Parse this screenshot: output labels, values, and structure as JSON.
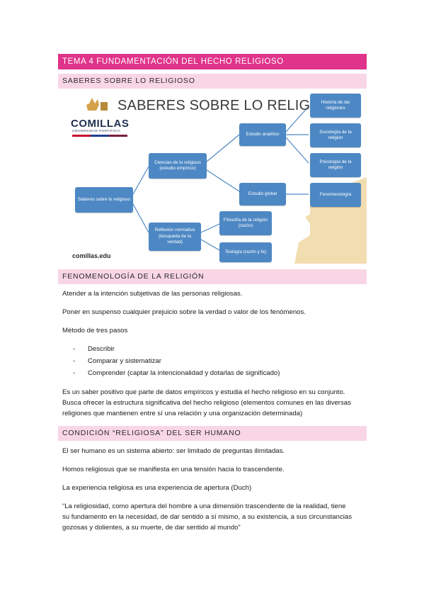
{
  "header": {
    "title": "TEMA 4 FUNDAMENTACIÓN DEL HECHO RELIGIOSO"
  },
  "sections": {
    "saberes": {
      "title": "SABERES SOBRE LO RELIGIOSO"
    },
    "fenomenologia": {
      "title": "FENOMENOLOGÍA DE LA RELIGIÓN"
    },
    "condicion": {
      "title": "CONDICIÓN “RELIGIOSA” DEL SER HUMANO"
    }
  },
  "figure": {
    "title": "SABERES SOBRE LO RELIGIOSO",
    "logo_name": "COMILLAS",
    "logo_sub": "UNIVERSIDAD PONTIFICIA",
    "logo_url": "comillas.edu",
    "nodes": {
      "saberes": "Saberes sobre lo religioso",
      "ciencias": "Ciencias de lo religioso (estudio empírico)",
      "reflexion": "Reflexión normativa (búsqueda de la verdad)",
      "analitico": "Estudio analítico",
      "global": "Estudio global",
      "filosofia": "Filosofía de la religión (razón)",
      "teologia": "Teología (razón y fe)",
      "historia": "Historia de las religiones",
      "sociologia": "Sociología de la religión",
      "psicologia": "Psicología de la religión",
      "fenomenologia": "Fenomenología"
    },
    "colors": {
      "node": "#4d88c4",
      "line": "#4d88c4",
      "seal": "#f2ddb0"
    }
  },
  "fenomenologia": {
    "p1": "Atender a la intención subjetivas de las personas religiosas.",
    "p2": "Poner en suspenso cualquier prejuicio sobre la verdad o valor de los fenómenos.",
    "p3": "Método de tres pasos",
    "steps": [
      {
        "bullet": "-",
        "text": "Describir"
      },
      {
        "bullet": "-",
        "text": "Comparar y sistematizar"
      },
      {
        "bullet": "-",
        "text": "Comprender (captar la intencionalidad y dotarlas de significado)"
      }
    ],
    "p4_lines": [
      "Es un saber positivo que parte de datos empíricos y estudia el hecho religioso en su conjunto.",
      "Busca ofrecer la estructura significativa del hecho religioso (elementos comunes en las diversas",
      "religiones que mantienen entre sí una relación y una organización determinada)"
    ]
  },
  "condicion": {
    "p1": "El ser humano es un sistema abierto: ser limitado de preguntas ilimitadas.",
    "p2": "Homos religiosus que se manifiesta en una tensión hacia lo trascendente.",
    "p3": "La experiencia religiosa es una experiencia de apertura (Duch)",
    "quote_lines": [
      "“La religiosidad, como apertura del hombre a una dimensión trascendente de la realidad, tiene",
      "su fundamento en la necesidad, de dar sentido a sí mismo, a su existencia, a sus circunstancias",
      "gozosas y dolientes, a su muerte, de dar sentido al mundo”"
    ]
  },
  "theme": {
    "accent": "#e0338a",
    "section_bg": "#f9d6e6"
  }
}
